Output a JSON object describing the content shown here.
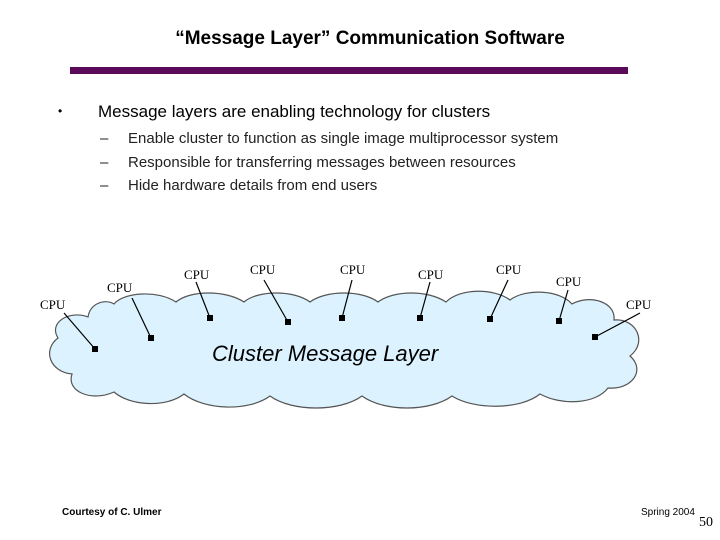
{
  "title": "“Message Layer” Communication Software",
  "bullet": "Message layers are enabling technology for clusters",
  "sub_bullets": [
    "Enable cluster to function as single image multiprocessor system",
    "Responsible for transferring messages between resources",
    "Hide hardware details from end users"
  ],
  "diagram": {
    "cloud_label": "Cluster Message Layer",
    "cloud_color": "#dcf3ff",
    "nodes": [
      "CPU",
      "CPU",
      "CPU",
      "CPU",
      "CPU",
      "CPU",
      "CPU",
      "CPU",
      "CPU"
    ]
  },
  "footer": {
    "credit": "Courtesy of C. Ulmer",
    "term": "Spring 2004",
    "page": "50"
  },
  "colors": {
    "title_rule": "#5a0a5a"
  }
}
